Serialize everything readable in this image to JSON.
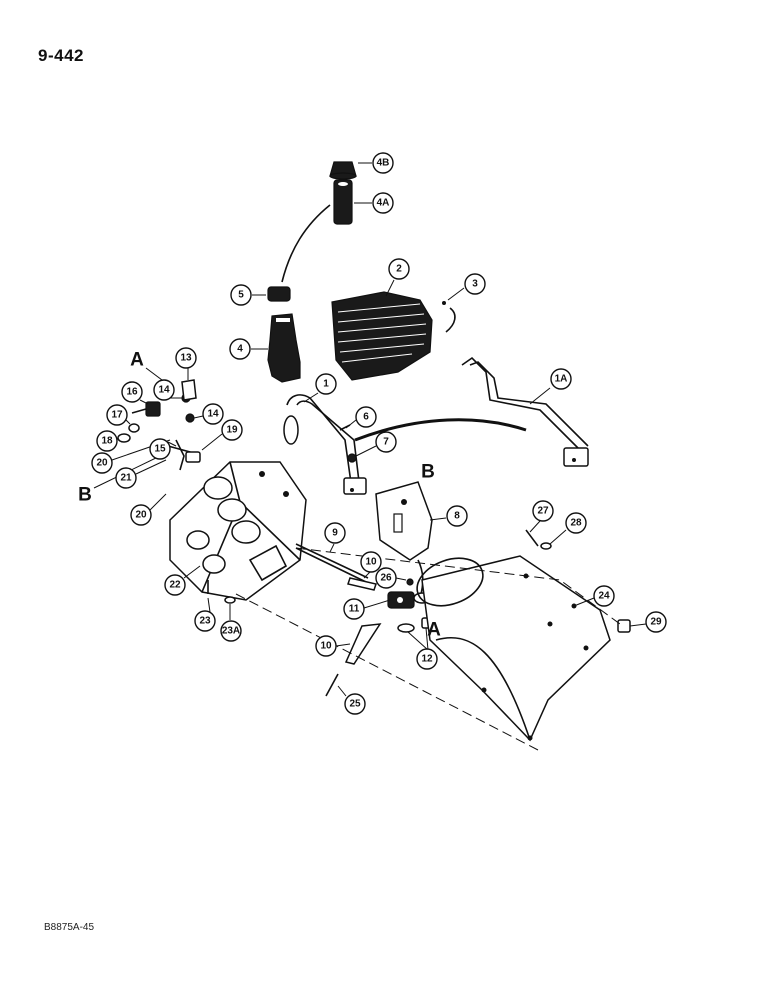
{
  "page_number": "9-442",
  "drawing_code": "B8875A-45",
  "reference_letters": [
    "A",
    "B",
    "B",
    "A"
  ],
  "callouts": [
    "4B",
    "4A",
    "2",
    "3",
    "5",
    "4",
    "1",
    "1A",
    "13",
    "16",
    "14",
    "14",
    "17",
    "18",
    "19",
    "20",
    "21",
    "15",
    "6",
    "7",
    "8",
    "20",
    "27",
    "28",
    "9",
    "22",
    "10",
    "26",
    "23",
    "23A",
    "11",
    "12",
    "24",
    "29",
    "10",
    "25"
  ]
}
